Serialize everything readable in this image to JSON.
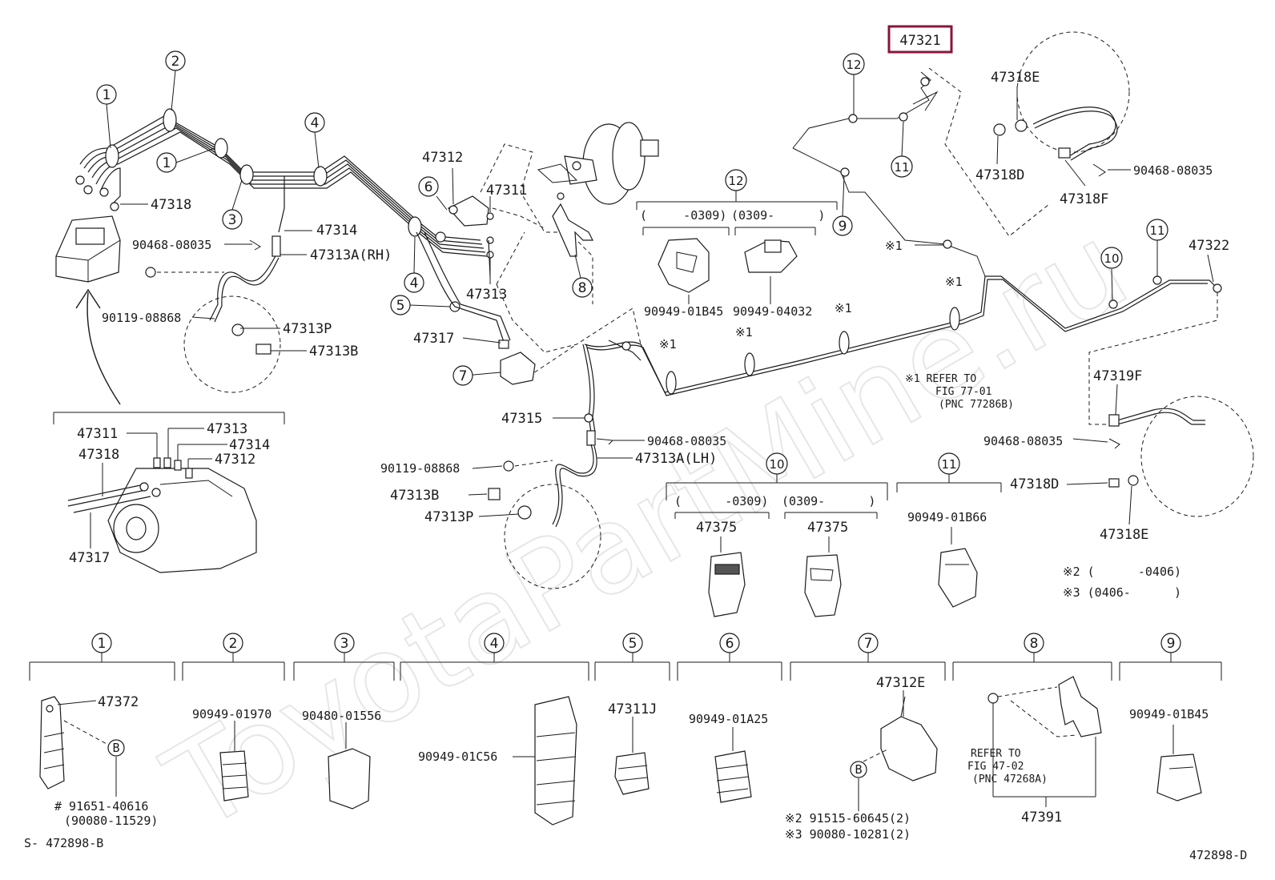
{
  "watermark": "ToyotaPartMine.ru",
  "highlighted_part": "47321",
  "callouts": {
    "c1a": "1",
    "c2": "2",
    "c1b": "1",
    "c3": "3",
    "c4a": "4",
    "c4b": "4",
    "c5": "5",
    "c6": "6",
    "c7": "7",
    "c8": "8",
    "c9": "9",
    "c10": "10",
    "c11a": "11",
    "c11b": "11",
    "c12a": "12",
    "c12b": "12"
  },
  "part_labels": {
    "p47318_tl": "47318",
    "p90468_08035_a": "90468-08035",
    "p47314": "47314",
    "p47313A_RH": "47313A(RH)",
    "p90119_08868_a": "90119-08868",
    "p47313P_a": "47313P",
    "p47313B_a": "47313B",
    "p47312": "47312",
    "p47311": "47311",
    "p47313": "47313",
    "p47317": "47317",
    "p47315": "47315",
    "p90468_08035_b": "90468-08035",
    "p90119_08868_b": "90119-08868",
    "p47313A_LH": "47313A(LH)",
    "p47313B_b": "47313B",
    "p47313P_b": "47313P",
    "p47318E_a": "47318E",
    "p47318D_a": "47318D",
    "p90468_08035_c": "90468-08035",
    "p47318F": "47318F",
    "p47322": "47322",
    "p47319F": "47319F",
    "p90468_08035_d": "90468-08035",
    "p47318D_b": "47318D",
    "p47318E_b": "47318E",
    "p90949_01B45_top": "90949-01B45",
    "p90949_04032": "90949-04032",
    "p47375_a": "47375",
    "p47375_b": "47375",
    "p90949_01B66": "90949-01B66"
  },
  "inset_labels": {
    "i47311": "47311",
    "i47313": "47313",
    "i47314": "47314",
    "i47318": "47318",
    "i47312": "47312",
    "i47317": "47317"
  },
  "date_ranges": {
    "c12_left": "(     -0309)",
    "c12_right": "(0309-      )",
    "c10_left": "(      -0309)",
    "c10_right": "(0309-      )"
  },
  "refer_notes": {
    "mark1_a": "※1",
    "mark1_b": "※1",
    "mark1_c": "※1",
    "mark1_d": "※1",
    "mark1_e": "※1",
    "refer_line1": "※1 REFER TO",
    "refer_line2": "FIG 77-01",
    "refer_line3": "(PNC 77286B)"
  },
  "applicability": {
    "mark2": "※2 (      -0406)",
    "mark3": "※3 (0406-      )"
  },
  "bottom_section": {
    "headers": [
      "1",
      "2",
      "3",
      "4",
      "5",
      "6",
      "7",
      "8",
      "9"
    ],
    "b47372": "47372",
    "bB_a": "B",
    "b91651": "# 91651-40616",
    "b90080_11529": "(90080-11529)",
    "b90949_01970": "90949-01970",
    "b90480_01556": "90480-01556",
    "b90949_01C56": "90949-01C56",
    "b47311J": "47311J",
    "b90949_01A25": "90949-01A25",
    "b47312E": "47312E",
    "bB_b": "B",
    "b91515": "※2 91515-60645(2)",
    "b90080_10281": "※3 90080-10281(2)",
    "b_refer1": "REFER TO",
    "b_refer2": "FIG 47-02",
    "b_refer3": "(PNC 47268A)",
    "b47391": "47391",
    "b90949_01B45": "90949-01B45"
  },
  "footer": {
    "left_code": "S- 472898-B",
    "right_code": "472898-D"
  }
}
